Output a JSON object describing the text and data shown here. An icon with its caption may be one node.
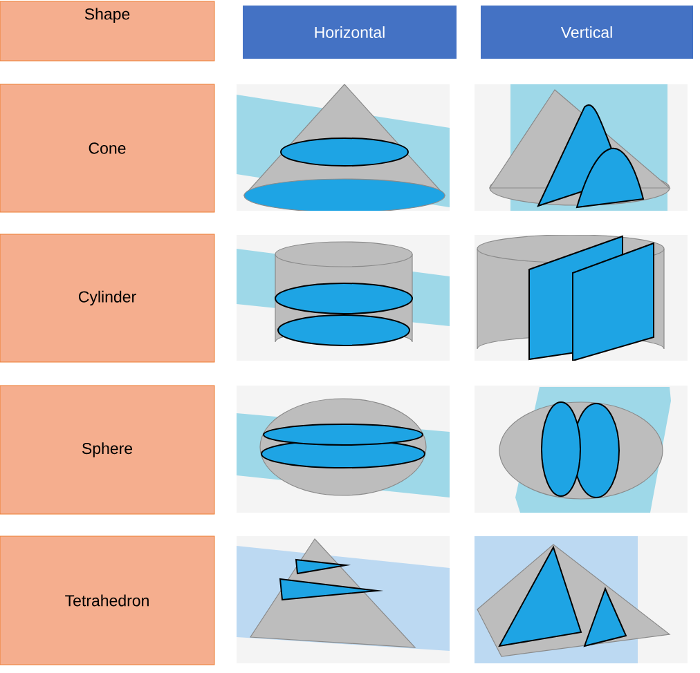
{
  "diagram": {
    "nodes": [
      {
        "text": [
          "Shape"
        ]
      },
      {
        "text": [
          "Horizontal"
        ]
      },
      {
        "text": [
          "Vertical"
        ]
      },
      {
        "text": [
          "Cone"
        ]
      },
      {
        "text": [
          "Cylinder"
        ]
      },
      {
        "text": [
          "Sphere"
        ]
      },
      {
        "text": [
          "Tetrahedron"
        ]
      }
    ]
  }
}
